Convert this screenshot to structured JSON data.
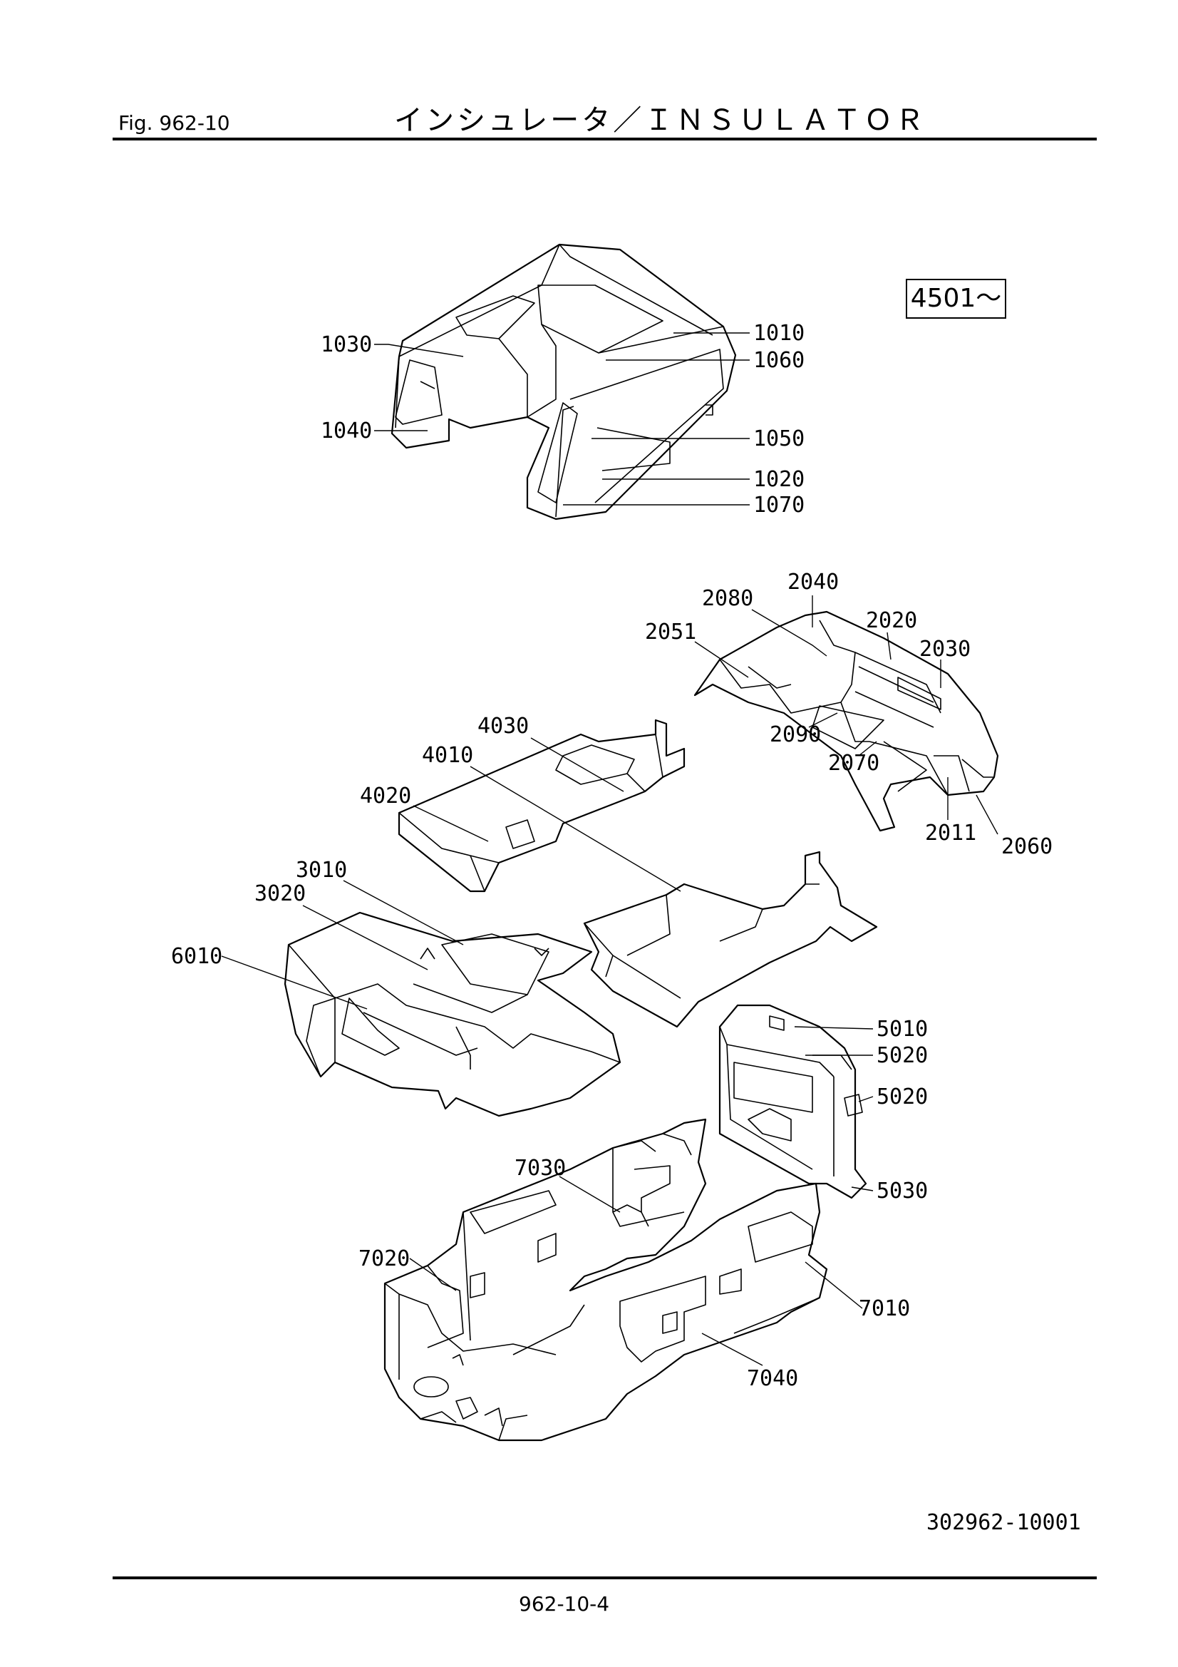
{
  "header": {
    "fig_label": "Fig.  962-10",
    "title": "インシュレータ／ＩＮＳＵＬＡＴＯＲ"
  },
  "serial_box": "4501～",
  "drawing_id": "302962-10001",
  "page_number": "962-10-4",
  "callouts": [
    {
      "id": "c1030",
      "text": "1030"
    },
    {
      "id": "c1040",
      "text": "1040"
    },
    {
      "id": "c1010",
      "text": "1010"
    },
    {
      "id": "c1060",
      "text": "1060"
    },
    {
      "id": "c1050",
      "text": "1050"
    },
    {
      "id": "c1020",
      "text": "1020"
    },
    {
      "id": "c1070",
      "text": "1070"
    },
    {
      "id": "c2040",
      "text": "2040"
    },
    {
      "id": "c2080",
      "text": "2080"
    },
    {
      "id": "c2020",
      "text": "2020"
    },
    {
      "id": "c2051",
      "text": "2051"
    },
    {
      "id": "c2030",
      "text": "2030"
    },
    {
      "id": "c2090",
      "text": "2090"
    },
    {
      "id": "c2070",
      "text": "2070"
    },
    {
      "id": "c2011",
      "text": "2011"
    },
    {
      "id": "c2060",
      "text": "2060"
    },
    {
      "id": "c4030",
      "text": "4030"
    },
    {
      "id": "c4010",
      "text": "4010"
    },
    {
      "id": "c4020",
      "text": "4020"
    },
    {
      "id": "c3010",
      "text": "3010"
    },
    {
      "id": "c3020",
      "text": "3020"
    },
    {
      "id": "c6010",
      "text": "6010"
    },
    {
      "id": "c5010",
      "text": "5010"
    },
    {
      "id": "c5020a",
      "text": "5020"
    },
    {
      "id": "c5020b",
      "text": "5020"
    },
    {
      "id": "c5030",
      "text": "5030"
    },
    {
      "id": "c7030",
      "text": "7030"
    },
    {
      "id": "c7020",
      "text": "7020"
    },
    {
      "id": "c7010",
      "text": "7010"
    },
    {
      "id": "c7040",
      "text": "7040"
    }
  ]
}
